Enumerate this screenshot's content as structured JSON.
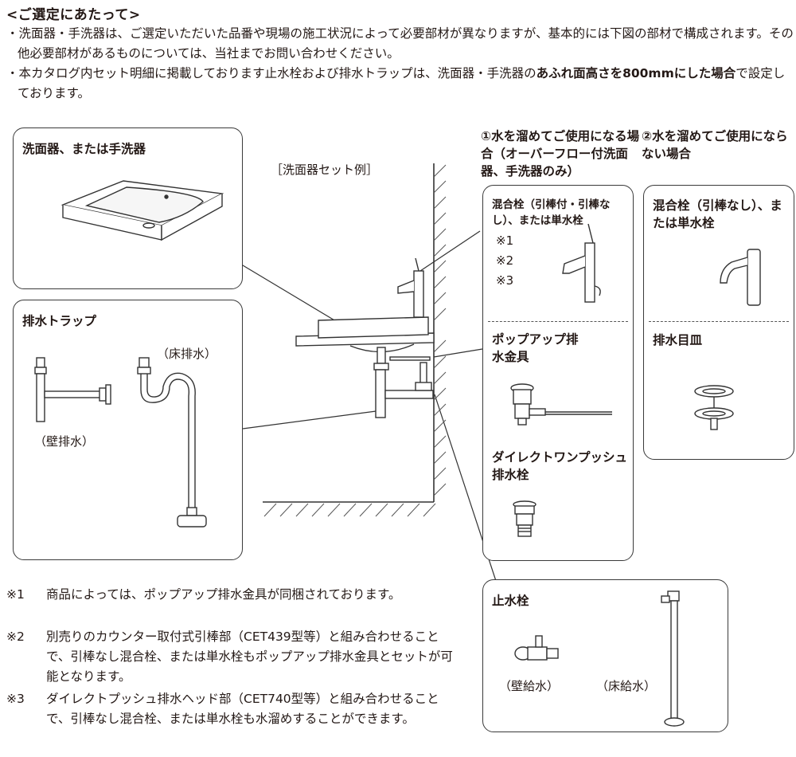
{
  "heading": "<ご選定にあたって>",
  "intro": {
    "p1": "・洗面器・手洗器は、ご選定いただいた品番や現場の施工状況によって必要部材が異なりますが、基本的には下図の部材で構成されます。その他必要部材があるものについては、当社までお問い合わせください。",
    "p2_a": "・本カタログ内セット明細に掲載しております止水栓および排水トラップは、洗面器・手洗器の",
    "p2_b": "あふれ面高さを800mmにした場合",
    "p2_c": "で設定しております。"
  },
  "basin_box": {
    "title": "洗面器、または手洗器"
  },
  "trap_box": {
    "title": "排水トラップ",
    "floor_label": "（床排水）",
    "wall_label": "（壁排水）"
  },
  "set_example": "［洗面器セット例］",
  "case1": {
    "header": "①水を溜めてご使用になる場合（オーバーフロー付洗面器、手洗器のみ）"
  },
  "case2": {
    "header": "②水を溜めてご使用にならない場合"
  },
  "case1_box": {
    "faucet_title": "混合栓（引棒付・引棒なし）、または単水栓",
    "notes": [
      "※1",
      "※2",
      "※3"
    ],
    "popup_title": "ポップアップ排水金具",
    "push_title": "ダイレクトワンプッシュ排水栓"
  },
  "case2_box": {
    "faucet_title": "混合栓（引棒なし）、または単水栓",
    "drain_title": "排水目皿"
  },
  "stop_box": {
    "title": "止水栓",
    "wall_label": "（壁給水）",
    "floor_label": "（床給水）"
  },
  "footnotes": [
    {
      "mark": "※1",
      "text": "商品によっては、ポップアップ排水金具が同梱されております。"
    },
    {
      "mark": "※2",
      "text": "別売りのカウンター取付式引棒部（CET439型等）と組み合わせることで、引棒なし混合栓、または単水栓もポップアップ排水金具とセットが可能となります。"
    },
    {
      "mark": "※3",
      "text": "ダイレクトプッシュ排水ヘッド部（CET740型等）と組み合わせることで、引棒なし混合栓、または単水栓も水溜めすることができます。"
    }
  ]
}
